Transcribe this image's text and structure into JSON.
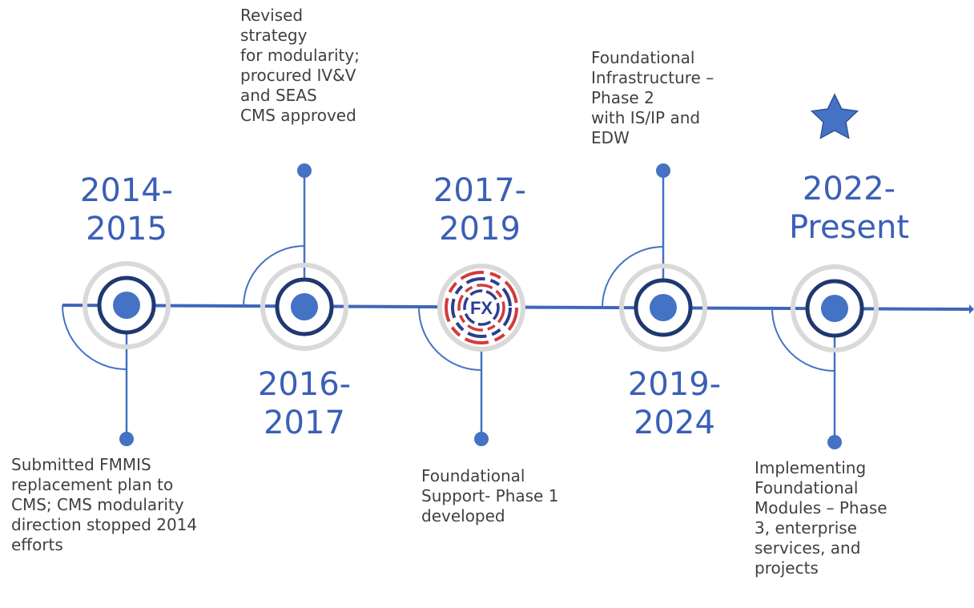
{
  "colors": {
    "line": "#3f66b9",
    "dot": "#4472c4",
    "ring_dark": "#1f3870",
    "ring_light": "#d9d9d9",
    "year_text": "#3a5fb6",
    "note_text": "#404040",
    "logo_blue": "#2b3f8f",
    "logo_red": "#d33b3b"
  },
  "milestones": [
    {
      "year": "2014-\n2015",
      "note": "Submitted FMMIS\nreplacement plan to\nCMS; CMS modularity\ndirection stopped 2014\nefforts"
    },
    {
      "year": "2016-\n2017",
      "note": "Revised\nstrategy\nfor  modularity;\nprocured  IV&V\nand SEAS\nCMS approved"
    },
    {
      "year": "2017-\n2019",
      "note": "Foundational\nSupport- Phase 1\ndeveloped"
    },
    {
      "year": "2019-\n2024",
      "note": "Foundational\nInfrastructure –\nPhase 2\nwith IS/IP and\nEDW"
    },
    {
      "year": "2022-\nPresent",
      "note": "Implementing\nFoundational\nModules – Phase\n3, enterprise\nservices, and\nprojects"
    }
  ],
  "logo": {
    "label": "FX",
    "icon": "fx-logo-icon"
  },
  "marker": {
    "icon": "star-icon"
  }
}
